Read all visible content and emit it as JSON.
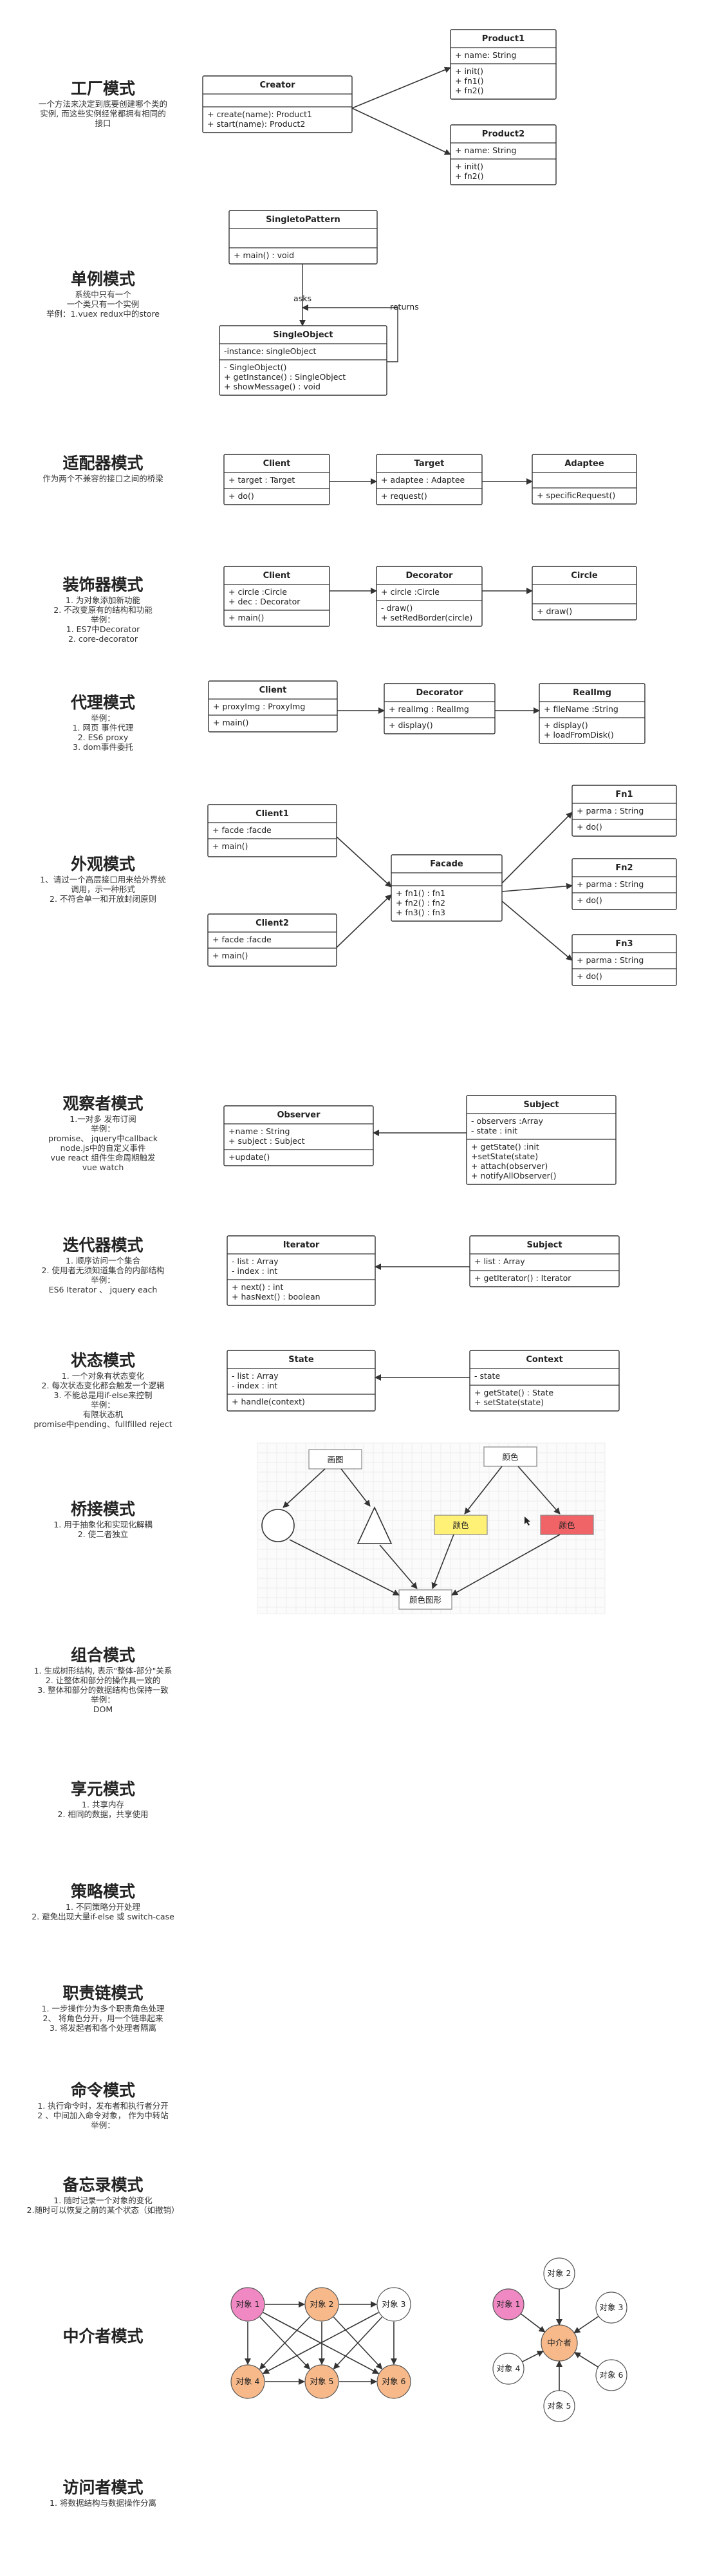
{
  "colors": {
    "line": "#333333",
    "pink": "#f088c4",
    "orange": "#f7b98a",
    "yellow": "#fff176",
    "red": "#f06468",
    "grid": "#eeeeee"
  },
  "sections": [
    {
      "id": "factory",
      "title": "工厂模式",
      "desc": [
        "一个方法来决定到底要创建哪个类的",
        "实例, 而这些实例经常都拥有相同的",
        "接口"
      ]
    },
    {
      "id": "singleton",
      "title": "单例模式",
      "desc": [
        "系统中只有一个",
        "一个类只有一个实例",
        "举例：1.vuex redux中的store"
      ]
    },
    {
      "id": "adapter",
      "title": "适配器模式",
      "desc": [
        "作为两个不兼容的接口之间的桥梁"
      ]
    },
    {
      "id": "decorator",
      "title": "装饰器模式",
      "desc": [
        "1. 为对象添加新功能",
        "2. 不改变原有的结构和功能",
        "举例：",
        "1. ES7中Decorator",
        "2. core-decorator"
      ]
    },
    {
      "id": "proxy",
      "title": "代理模式",
      "desc": [
        "举例：",
        "1. 网页 事件代理",
        "2. ES6 proxy",
        "3. dom事件委托"
      ]
    },
    {
      "id": "facade",
      "title": "外观模式",
      "desc": [
        "1、请过一个高层接口用来给外界统",
        "调用，示一种形式",
        "2. 不符合单一和开放封闭原则"
      ]
    },
    {
      "id": "observer",
      "title": "观察者模式",
      "desc": [
        "1.一对多 发布订阅",
        "举例：",
        "promise、 jquery中callback",
        "node.js中的自定义事件",
        "vue react 组件生命周期触发",
        "vue watch"
      ]
    },
    {
      "id": "iterator",
      "title": "迭代器模式",
      "desc": [
        "1. 顺序访问一个集合",
        "2. 使用者无须知道集合的内部结构",
        "举例：",
        "ES6 Iterator 、 jquery each"
      ]
    },
    {
      "id": "state",
      "title": "状态模式",
      "desc": [
        "1. 一个对象有状态变化",
        "2. 每次状态变化都会触发一个逻辑",
        "3. 不能总是用if-else来控制",
        "举例：",
        "有限状态机",
        "promise中pending、fullfilled reject"
      ]
    },
    {
      "id": "bridge",
      "title": "桥接模式",
      "desc": [
        "1. 用于抽象化和实现化解耦",
        "2. 使二者独立"
      ]
    },
    {
      "id": "composite",
      "title": "组合模式",
      "desc": [
        "1. 生成树形结构, 表示\"整体-部分\"关系",
        "2. 让整体和部分的操作具一致的",
        "3. 整体和部分的数据结构也保持一致",
        "举例：",
        "DOM"
      ]
    },
    {
      "id": "flyweight",
      "title": "享元模式",
      "desc": [
        "1. 共享内存",
        "2. 相同的数据，共享使用"
      ]
    },
    {
      "id": "strategy",
      "title": "策略模式",
      "desc": [
        "1. 不同策略分开处理",
        "2. 避免出现大量if-else 或 switch-case"
      ]
    },
    {
      "id": "chain",
      "title": "职责链模式",
      "desc": [
        "1. 一步操作分为多个职责角色处理",
        "2、 将角色分开，用一个链串起来",
        "3. 将发起者和各个处理者隔离"
      ]
    },
    {
      "id": "command",
      "title": "命令模式",
      "desc": [
        "1. 执行命令时，发布者和执行者分开",
        "2 、中间加入命令对象， 作为中转站",
        "举例："
      ]
    },
    {
      "id": "memento",
      "title": "备忘录模式",
      "desc": [
        "1. 随时记录一个对象的变化",
        "2.随时可以恢复之前的某个状态（如撤销）"
      ]
    },
    {
      "id": "mediator",
      "title": "中介者模式",
      "desc": []
    },
    {
      "id": "visitor",
      "title": "访问者模式",
      "desc": [
        "1. 将数据结构与数据操作分离"
      ]
    }
  ],
  "diagrams": {
    "factory": {
      "classes": [
        {
          "name": "Creator",
          "attrs": [],
          "methods": [
            "+ create(name): Product1",
            "+ start(name): Product2"
          ]
        },
        {
          "name": "Product1",
          "attrs": [
            "+ name: String"
          ],
          "methods": [
            "+ init()",
            "+ fn1()",
            "+ fn2()"
          ]
        },
        {
          "name": "Product2",
          "attrs": [
            "+ name: String"
          ],
          "methods": [
            "+ init()",
            "+ fn2()"
          ]
        }
      ]
    },
    "singleton": {
      "classes": [
        {
          "name": "SingletoPattern",
          "attrs": [],
          "methods": [
            "+ main() : void"
          ]
        },
        {
          "name": "SingleObject",
          "attrs": [
            "-instance: singleObject"
          ],
          "methods": [
            "- SingleObject()",
            "+ getInstance() : SingleObject",
            "+ showMessage() : void"
          ]
        }
      ],
      "labels": [
        "asks",
        "returns"
      ]
    },
    "adapter": {
      "classes": [
        {
          "name": "Client",
          "attrs": [
            "+ target : Target"
          ],
          "methods": [
            "+ do()"
          ]
        },
        {
          "name": "Target",
          "attrs": [
            "+ adaptee : Adaptee"
          ],
          "methods": [
            "+ request()"
          ]
        },
        {
          "name": "Adaptee",
          "attrs": [],
          "methods": [
            "+ specificRequest()"
          ]
        }
      ]
    },
    "decorator": {
      "classes": [
        {
          "name": "Client",
          "attrs": [
            "+ circle :Circle",
            "+ dec : Decorator"
          ],
          "methods": [
            "+ main()"
          ]
        },
        {
          "name": "Decorator",
          "attrs": [
            "+ circle :Circle"
          ],
          "methods": [
            "- draw()",
            "+ setRedBorder(circle)"
          ]
        },
        {
          "name": "Circle",
          "attrs": [],
          "methods": [
            "+ draw()"
          ]
        }
      ]
    },
    "proxy": {
      "classes": [
        {
          "name": "Client",
          "attrs": [
            "+ proxyImg : ProxyImg"
          ],
          "methods": [
            "+ main()"
          ]
        },
        {
          "name": "Decorator",
          "attrs": [
            "+ realImg : RealImg"
          ],
          "methods": [
            "+ display()"
          ]
        },
        {
          "name": "RealImg",
          "attrs": [
            "+ fileName :String"
          ],
          "methods": [
            "+ display()",
            "+ loadFromDisk()"
          ]
        }
      ]
    },
    "facade": {
      "classes": [
        {
          "name": "Client1",
          "attrs": [
            "+ facde :facde"
          ],
          "methods": [
            "+ main()"
          ]
        },
        {
          "name": "Client2",
          "attrs": [
            "+ facde :facde"
          ],
          "methods": [
            "+ main()"
          ]
        },
        {
          "name": "Facade",
          "attrs": [],
          "methods": [
            "+ fn1() : fn1",
            "+ fn2() : fn2",
            "+ fn3() : fn3"
          ]
        },
        {
          "name": "Fn1",
          "attrs": [
            "+ parma : String"
          ],
          "methods": [
            "+ do()"
          ]
        },
        {
          "name": "Fn2",
          "attrs": [
            "+ parma : String"
          ],
          "methods": [
            "+ do()"
          ]
        },
        {
          "name": "Fn3",
          "attrs": [
            "+ parma : String"
          ],
          "methods": [
            "+ do()"
          ]
        }
      ]
    },
    "observer": {
      "classes": [
        {
          "name": "Observer",
          "attrs": [
            "+name : String",
            "+ subject : Subject"
          ],
          "methods": [
            "+update()"
          ]
        },
        {
          "name": "Subject",
          "attrs": [
            "- observers :Array",
            "- state : init"
          ],
          "methods": [
            "+ getState() :init",
            "+setState(state)",
            "+ attach(observer)",
            "+ notifyAllObserver()"
          ]
        }
      ]
    },
    "iterator": {
      "classes": [
        {
          "name": "Iterator",
          "attrs": [
            "- list : Array",
            "- index : int"
          ],
          "methods": [
            "+ next() : int",
            "+ hasNext() : boolean"
          ]
        },
        {
          "name": "Subject",
          "attrs": [
            "+ list : Array"
          ],
          "methods": [
            "+ getIterator() : Iterator"
          ]
        }
      ]
    },
    "state": {
      "classes": [
        {
          "name": "State",
          "attrs": [
            "- list : Array",
            "- index : int"
          ],
          "methods": [
            "+ handle(context)"
          ]
        },
        {
          "name": "Context",
          "attrs": [
            "- state"
          ],
          "methods": [
            "+ getState() : State",
            "+ setState(state)"
          ]
        }
      ]
    },
    "bridge": {
      "labels": [
        "画图",
        "颜色",
        "颜色",
        "颜色",
        "颜色图形"
      ]
    },
    "mediator": {
      "left": [
        "对象 1",
        "对象 2",
        "对象 3",
        "对象 4",
        "对象 5",
        "对象 6"
      ],
      "right_center": "中介者",
      "right": [
        "对象 1",
        "对象 2",
        "对象 3",
        "对象 4",
        "对象 5",
        "对象 6"
      ]
    }
  }
}
